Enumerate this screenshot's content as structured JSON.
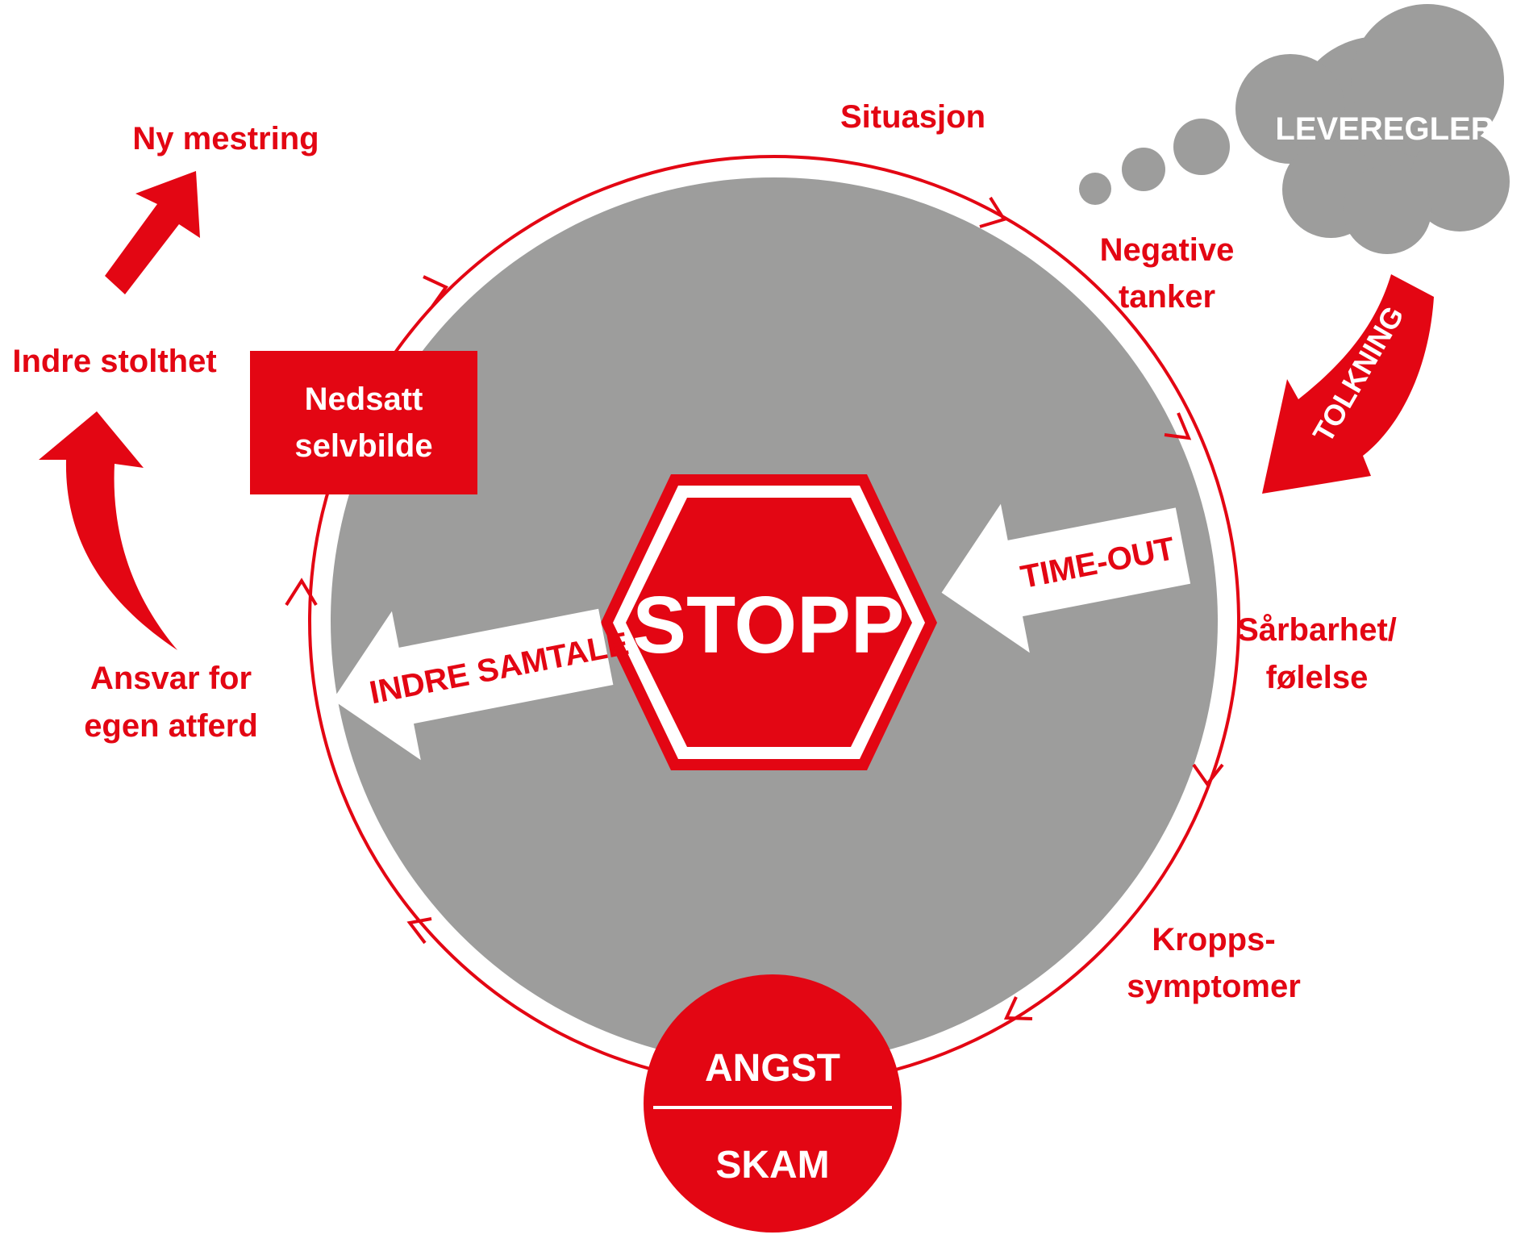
{
  "colors": {
    "red": "#e30613",
    "gray": "#9d9d9c",
    "white": "#ffffff"
  },
  "center": {
    "stop_sign": "STOPP"
  },
  "cycle": {
    "situasjon": "Situasjon",
    "negative_line1": "Negative",
    "negative_line2": "tanker",
    "sarbarhet_line1": "Sårbarhet/",
    "sarbarhet_line2": "følelse",
    "kropp_line1": "Kropps-",
    "kropp_line2": "symptomer",
    "angst": "ANGST",
    "skam": "SKAM",
    "nedsatt_line1": "Nedsatt",
    "nedsatt_line2": "selvbilde"
  },
  "thought_cloud": {
    "label": "LEVEREGLER"
  },
  "arrows": {
    "tolkning": "TOLKNING",
    "time_out": "TIME-OUT",
    "indre_samtale": "INDRE SAMTALE"
  },
  "outside": {
    "ny_mestring": "Ny mestring",
    "indre_stolthet": "Indre stolthet",
    "ansvar_line1": "Ansvar for",
    "ansvar_line2": "egen atferd"
  }
}
